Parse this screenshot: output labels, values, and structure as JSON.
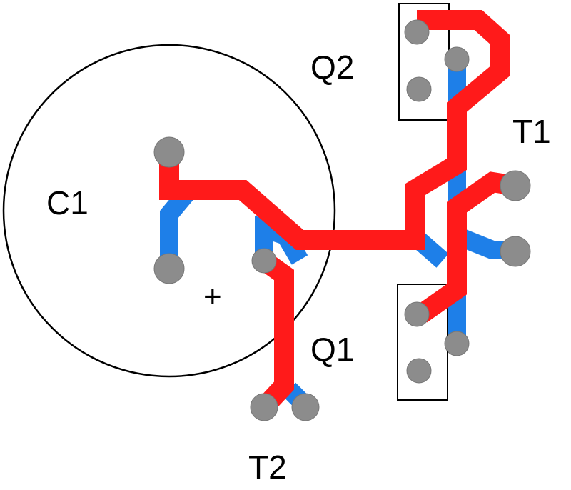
{
  "colors": {
    "background": "#ffffff",
    "top_trace": "#ff1a1a",
    "bottom_trace": "#1e7fe8",
    "pad": "#8c8c8c",
    "outline": "#000000"
  },
  "components": {
    "c1": {
      "label": "C1",
      "polarity": "+"
    },
    "q1": {
      "label": "Q1"
    },
    "q2": {
      "label": "Q2"
    },
    "t1": {
      "label": "T1"
    },
    "t2": {
      "label": "T2"
    }
  }
}
